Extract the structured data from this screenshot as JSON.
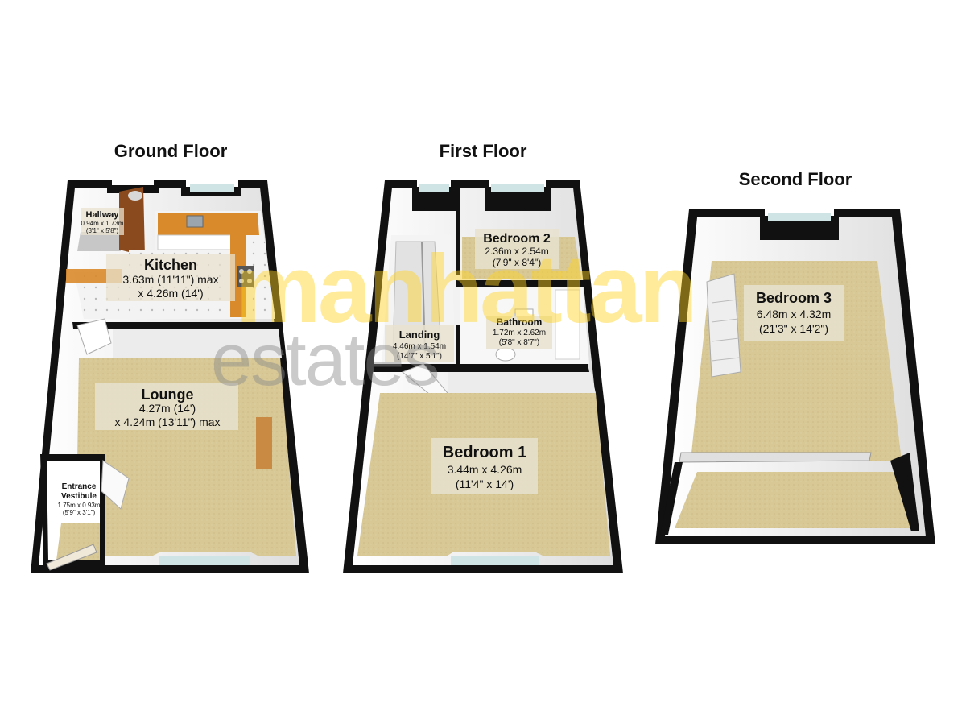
{
  "floors": [
    {
      "title": "Ground Floor",
      "rooms": {
        "hallway": {
          "name": "Hallway",
          "dim1": "0.94m x 1.73m",
          "dim2": "(3'1\" x 5'8\")"
        },
        "kitchen": {
          "name": "Kitchen",
          "dim1": "3.63m (11'11\") max",
          "dim2": "x 4.26m (14')"
        },
        "lounge": {
          "name": "Lounge",
          "dim1": "4.27m (14')",
          "dim2": "x 4.24m (13'11\") max"
        },
        "vestibule": {
          "name1": "Entrance",
          "name2": "Vestibule",
          "dim1": "1.75m x 0.93m",
          "dim2": "(5'9\" x 3'1\")"
        }
      }
    },
    {
      "title": "First Floor",
      "rooms": {
        "bedroom2": {
          "name": "Bedroom 2",
          "dim1": "2.36m x 2.54m",
          "dim2": "(7'9\" x 8'4\")"
        },
        "landing": {
          "name": "Landing",
          "dim1": "4.46m x 1.54m",
          "dim2": "(14'7\" x 5'1\")"
        },
        "bathroom": {
          "name": "Bathroom",
          "dim1": "1.72m x 2.62m",
          "dim2": "(5'8\" x 8'7\")"
        },
        "bedroom1": {
          "name": "Bedroom 1",
          "dim1": "3.44m x 4.26m",
          "dim2": "(11'4\" x 14')"
        }
      }
    },
    {
      "title": "Second Floor",
      "rooms": {
        "bedroom3": {
          "name": "Bedroom 3",
          "dim1": "6.48m x 4.32m",
          "dim2": "(21'3\" x 14'2\")"
        }
      }
    }
  ],
  "watermark": {
    "line1": "manhattan",
    "line2": "estates"
  },
  "colors": {
    "wall": "#111111",
    "carpet": "#d8c896",
    "floor_tile": "#f2f2f2",
    "worktop": "#d98a2a",
    "window": "#cfe4e4",
    "label_box": "#e8e2cf"
  }
}
